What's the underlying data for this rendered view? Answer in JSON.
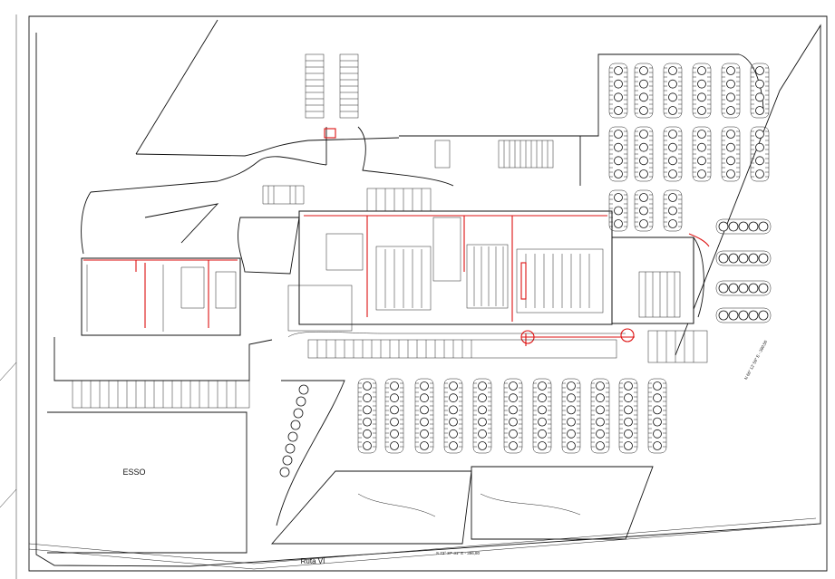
{
  "labels": {
    "esso": "ESSO",
    "road": "Ruta VI",
    "bearing_bottom": "S 73° 37' 31\" E - 396,80",
    "bearing_right": "N 66° 12' 59\" E - 380,50"
  }
}
